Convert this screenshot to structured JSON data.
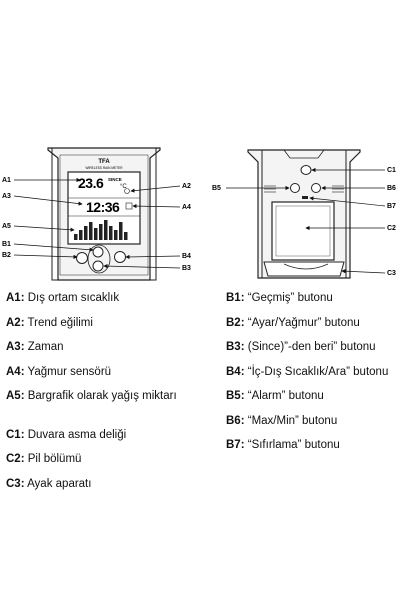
{
  "front": {
    "brand": "TFA",
    "subtitle": "WIRELESS RAIN METER",
    "temp": "23.6",
    "since": "SINCE",
    "time": "12:36",
    "callouts": [
      "A1",
      "A3",
      "A5",
      "B1",
      "B2",
      "A2",
      "A4",
      "B4",
      "B3"
    ]
  },
  "back": {
    "callouts": [
      "C1",
      "B5",
      "B6",
      "B7",
      "C2",
      "C3"
    ]
  },
  "legend_left": [
    {
      "code": "A1:",
      "text": "Dış ortam sıcaklık"
    },
    {
      "code": "A2:",
      "text": "Trend eğilimi"
    },
    {
      "code": "A3:",
      "text": "Zaman"
    },
    {
      "code": "A4:",
      "text": "Yağmur sensörü"
    },
    {
      "code": "A5:",
      "text": "Bargrafik olarak yağış miktarı"
    },
    {
      "code": "C1:",
      "text": "Duvara asma deliği"
    },
    {
      "code": "C2:",
      "text": "Pil bölümü"
    },
    {
      "code": "C3:",
      "text": "Ayak aparatı"
    }
  ],
  "legend_right": [
    {
      "code": "B1:",
      "text": "“Geçmiş” butonu"
    },
    {
      "code": "B2:",
      "text": "“Ayar/Yağmur” butonu"
    },
    {
      "code": "B3:",
      "text": "(Since)”-den beri” butonu"
    },
    {
      "code": "B4:",
      "text": "“İç-Dış Sıcaklık/Ara” butonu"
    },
    {
      "code": "B5:",
      "text": "“Alarm” butonu"
    },
    {
      "code": "B6:",
      "text": "“Max/Min” butonu"
    },
    {
      "code": "B7:",
      "text": "“Sıfırlama” butonu"
    }
  ],
  "colors": {
    "line": "#222222",
    "lcd": "#ffffff",
    "body": "#f4f4f4"
  }
}
